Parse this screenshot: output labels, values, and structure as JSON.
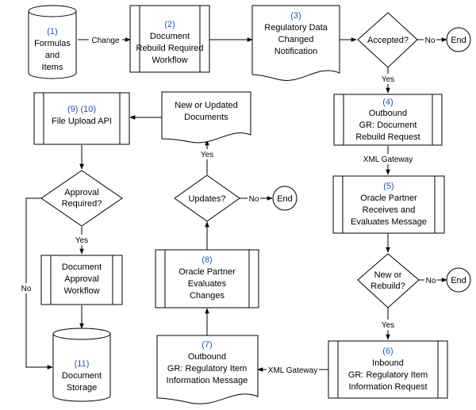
{
  "nodes": {
    "formulas": {
      "num": "(1)",
      "lines": [
        "Formulas",
        "and",
        "Items"
      ]
    },
    "doc_rebuild": {
      "num": "(2)",
      "lines": [
        "Document",
        "Rebuild Required",
        "Workflow"
      ]
    },
    "reg_notify": {
      "num": "(3)",
      "lines": [
        "Regulatory Data",
        "Changed",
        "Notification"
      ]
    },
    "accepted": {
      "lines": [
        "Accepted?"
      ]
    },
    "end1": {
      "lines": [
        "End"
      ]
    },
    "outbound_req": {
      "num": "(4)",
      "lines": [
        "Outbound",
        "GR: Document",
        "Rebuild Request"
      ]
    },
    "partner_eval": {
      "num": "(5)",
      "lines": [
        "Oracle Partner",
        "Receives and",
        "Evaluates Message"
      ]
    },
    "new_rebuild": {
      "lines": [
        "New or",
        "Rebuild?"
      ]
    },
    "end2": {
      "lines": [
        "End"
      ]
    },
    "inbound": {
      "num": "(6)",
      "lines": [
        "Inbound",
        "GR: Regulatory Item",
        "Information Request"
      ]
    },
    "outbound_msg": {
      "num": "(7)",
      "lines": [
        "Outbound",
        "GR: Regulatory Item",
        "Information Message"
      ]
    },
    "partner_changes": {
      "num": "(8)",
      "lines": [
        "Oracle Partner",
        "Evaluates",
        "Changes"
      ]
    },
    "updates": {
      "lines": [
        "Updates?"
      ]
    },
    "end3": {
      "lines": [
        "End"
      ]
    },
    "new_docs": {
      "lines": [
        "New or Updated",
        "Documents"
      ]
    },
    "upload": {
      "num": "(9) (10)",
      "lines": [
        "File Upload API"
      ]
    },
    "approval": {
      "lines": [
        "Approval",
        "Required?"
      ]
    },
    "approval_wf": {
      "lines": [
        "Document",
        "Approval",
        "Workflow"
      ]
    },
    "storage": {
      "num": "(11)",
      "lines": [
        "Document",
        "Storage"
      ]
    }
  },
  "edges": {
    "change": "Change",
    "no": "No",
    "yes": "Yes",
    "xml_gateway": "XML Gateway"
  }
}
